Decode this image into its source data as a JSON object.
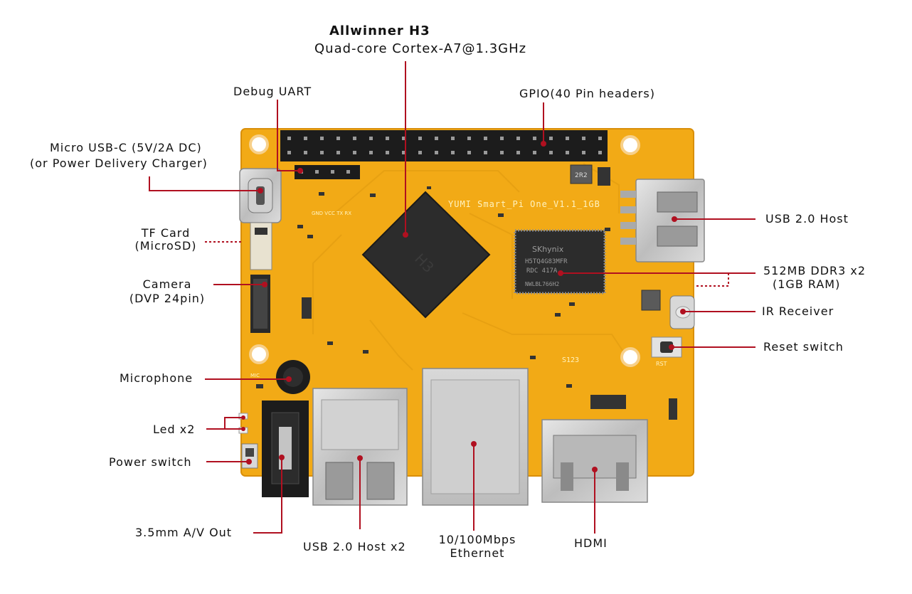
{
  "title": {
    "chip_name": "Allwinner H3",
    "chip_spec": "Quad-core Cortex-A7@1.3GHz"
  },
  "board": {
    "silkscreen_name": "YUMI Smart_Pi One_V1.1_1GB",
    "uart_pins": "GND VCC TX RX",
    "soc_mark": "H3",
    "ram_brand": "SKhynix",
    "ram_part": "H5TQ4G83MFR",
    "ram_code": "RDC 417A",
    "ram_lot": "NWLBL766H2",
    "inductor_mark": "2R2",
    "rst_mark": "RST",
    "mic_mark": "MIC",
    "misc_mark": "S123"
  },
  "callouts": {
    "debug_uart": "Debug UART",
    "gpio": "GPIO(40 Pin headers)",
    "usb_c_line1": "Micro USB-C (5V/2A DC)",
    "usb_c_line2": "(or Power Delivery Charger)",
    "tf_line1": "TF Card",
    "tf_line2": "(MicroSD)",
    "camera_line1": "Camera",
    "camera_line2": "(DVP 24pin)",
    "microphone": "Microphone",
    "led": "Led x2",
    "power_switch": "Power switch",
    "av_out": "3.5mm A/V Out",
    "usb_host_x2": "USB 2.0 Host x2",
    "ethernet_line1": "10/100Mbps",
    "ethernet_line2": "Ethernet",
    "hdmi": "HDMI",
    "usb_host": "USB 2.0 Host",
    "ddr_line1": "512MB DDR3 x2",
    "ddr_line2": "(1GB RAM)",
    "ir_receiver": "IR Receiver",
    "reset_switch": "Reset switch"
  },
  "colors": {
    "pcb": "#f2aa16",
    "pcb_edge": "#d98f0a",
    "leader_line": "#b01020",
    "chip": "#2c2c2c",
    "metal": "#c9c9c9",
    "header": "#1c1c1c"
  }
}
